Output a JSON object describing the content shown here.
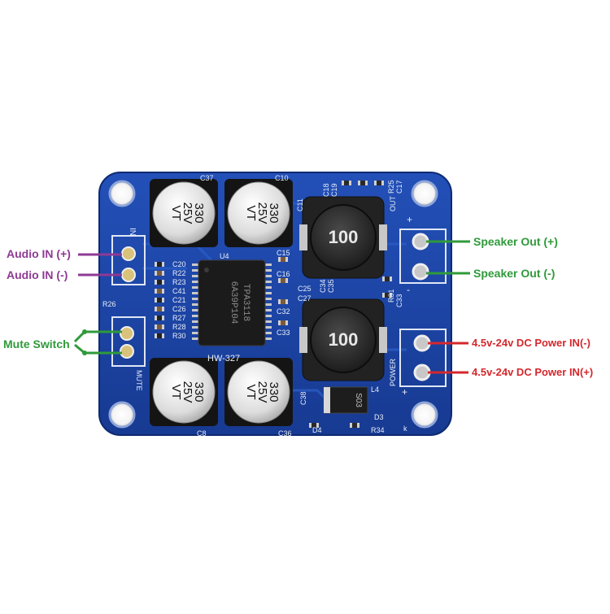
{
  "colors": {
    "pcb": "#1a3f9c",
    "pcb_dark": "#0f2a6e",
    "silk": "#e8eef8",
    "purple": "#8e3a94",
    "green": "#2f9a3a",
    "red": "#d4272c"
  },
  "annotations": {
    "audio_in_plus": "Audio IN (+)",
    "audio_in_minus": "Audio IN (-)",
    "mute_switch": "Mute Switch",
    "speaker_out_plus": "Speaker Out (+)",
    "speaker_out_minus": "Speaker Out (-)",
    "power_in_minus": "4.5v-24v DC Power IN(-)",
    "power_in_plus": "4.5v-24v DC Power IN(+)"
  },
  "board": {
    "model": "HW-327",
    "chip_ref": "U4",
    "chip_text": [
      "6A39P104",
      "TPA3118"
    ],
    "capacitors": [
      {
        "ref": "C37",
        "value": "330",
        "voltage": "25V",
        "series": "VT"
      },
      {
        "ref": "C10",
        "value": "330",
        "voltage": "25V",
        "series": "VT"
      },
      {
        "ref": "C8",
        "value": "330",
        "voltage": "25V",
        "series": "VT"
      },
      {
        "ref": "C36",
        "value": "330",
        "voltage": "25V",
        "series": "VT"
      }
    ],
    "inductors": [
      {
        "value": "100"
      },
      {
        "value": "100"
      }
    ],
    "silk_labels": {
      "in": "IN",
      "mute": "MUTE",
      "out": "OUT",
      "power": "POWER",
      "plus": "+",
      "minus": "-",
      "r26": "R26",
      "left_refs": [
        "C20",
        "R22",
        "R23",
        "C41",
        "C21",
        "C26",
        "R27",
        "R28",
        "R30"
      ],
      "right_refs": [
        "C15",
        "C16",
        "C32",
        "C33"
      ],
      "c25": "C25",
      "c27": "C27",
      "c34": "C34",
      "c35": "C35",
      "c11": "C11",
      "c18": "C18",
      "c19": "C19",
      "r25": "R25",
      "c17": "C17",
      "r31": "R31",
      "c33b": "C33",
      "l4": "L4",
      "c38": "C38",
      "d3": "D3",
      "d4": "D4",
      "r34": "R34",
      "diode": "S03",
      "k": "k"
    }
  }
}
